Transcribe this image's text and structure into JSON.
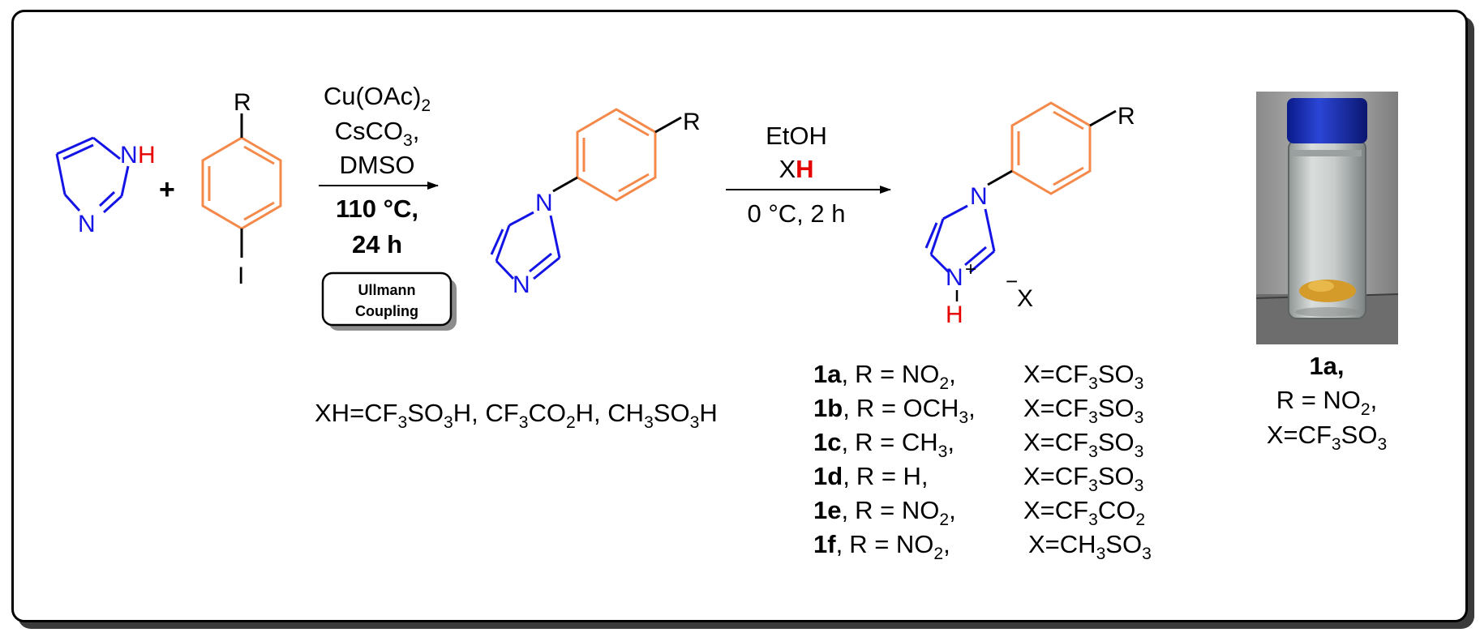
{
  "reactant1": {
    "N_top": "N",
    "H": "H",
    "N_bottom": "N"
  },
  "plus": "+",
  "reactant2": {
    "R": "R",
    "I": "I"
  },
  "step1": {
    "line1": "Cu(OAc)",
    "line1_sub": "2",
    "line2": "CsCO",
    "line2_sub": "3",
    "line2_tail": ",",
    "line3": "DMSO",
    "line4": "110 °C,",
    "line5": "24 h",
    "badge_line1": "Ullmann",
    "badge_line2": "Coupling"
  },
  "intermediate": {
    "R": "R",
    "N_top": "N",
    "N_bottom": "N"
  },
  "step2": {
    "line1": "EtOH",
    "line2_X": "X",
    "line2_H": "H",
    "line3": "0 °C, 2 h"
  },
  "product": {
    "R": "R",
    "N_top": "N",
    "N_bottom": "N",
    "plus": "+",
    "H": "H",
    "minus": "−",
    "X": "X"
  },
  "xh_list": {
    "prefix": "XH=CF",
    "s1": "3",
    "p1": "SO",
    "s2": "3",
    "p2": "H, CF",
    "s3": "3",
    "p3": "CO",
    "s4": "2",
    "p4": "H, CH",
    "s5": "3",
    "p5": "SO",
    "s6": "3",
    "p6": "H"
  },
  "compounds": [
    {
      "id": "1a",
      "id_tail": ",",
      "r_text": "R = NO",
      "r_sub": "2",
      "r_tail": ",",
      "x_text": "X=CF",
      "x_sub1": "3",
      "x_mid": "SO",
      "x_sub2": "3"
    },
    {
      "id": "1b",
      "id_tail": ",",
      "r_text": "R = OCH",
      "r_sub": "3",
      "r_tail": ",",
      "x_text": "X=CF",
      "x_sub1": "3",
      "x_mid": "SO",
      "x_sub2": "3"
    },
    {
      "id": "1c",
      "id_tail": ",",
      "r_text": "R = CH",
      "r_sub": "3",
      "r_tail": ",",
      "x_text": "X=CF",
      "x_sub1": "3",
      "x_mid": "SO",
      "x_sub2": "3"
    },
    {
      "id": "1d",
      "id_tail": ",",
      "r_text": "R = H,",
      "r_sub": "",
      "r_tail": "",
      "x_text": "X=CF",
      "x_sub1": "3",
      "x_mid": "SO",
      "x_sub2": "3"
    },
    {
      "id": "1e",
      "id_tail": ",",
      "r_text": "R = NO",
      "r_sub": "2",
      "r_tail": ",",
      "x_text": "X=CF",
      "x_sub1": "3",
      "x_mid": "CO",
      "x_sub2": "2"
    },
    {
      "id": "1f",
      "id_tail": ",",
      "r_text": "R = NO",
      "r_sub": "2",
      "r_tail": ",",
      "x_text": "X=CH",
      "x_sub1": "3",
      "x_mid": "SO",
      "x_sub2": "3"
    }
  ],
  "photo_caption": {
    "id": "1a,",
    "line2": "R = NO",
    "line2_sub": "2",
    "line2_tail": ",",
    "line3": "X=CF",
    "line3_sub1": "3",
    "line3_mid": "SO",
    "line3_sub2": "3"
  },
  "colors": {
    "blue": "#1414e6",
    "red": "#e60000",
    "orange": "#f5894a",
    "black": "#000000"
  }
}
